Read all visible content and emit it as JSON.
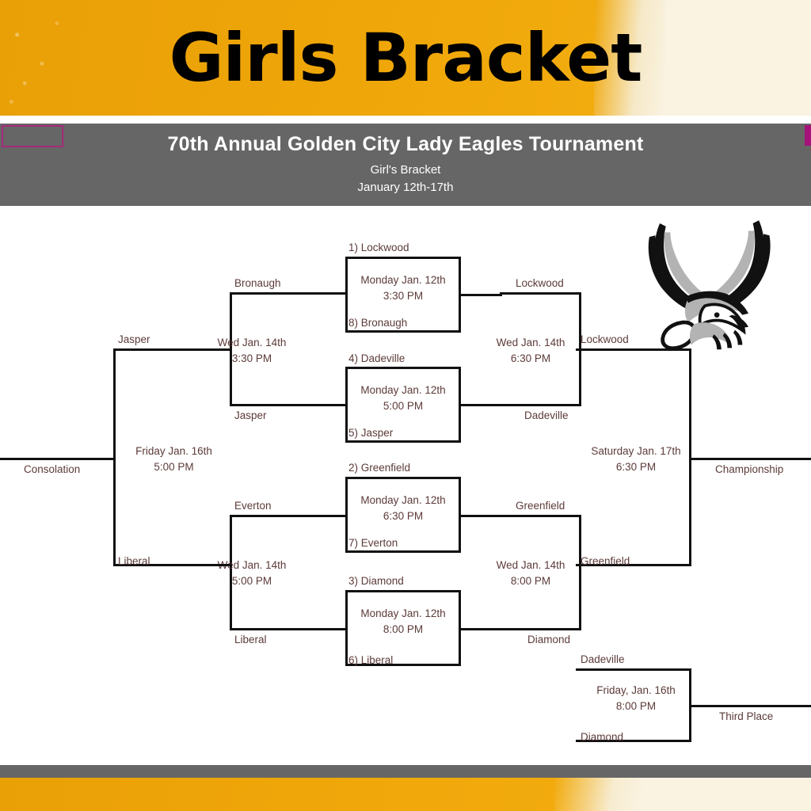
{
  "banner": {
    "title": "Girls Bracket"
  },
  "header": {
    "tournament": "70th Annual Golden City Lady Eagles Tournament",
    "bracket_name": "Girl's Bracket",
    "dates": "January 12th-17th"
  },
  "colors": {
    "banner_orange": "#eda408",
    "banner_cream": "#faf3e2",
    "header_gray": "#666666",
    "accent_magenta": "#a5127a",
    "text_maroon": "#5c3b39",
    "line_black": "#111111"
  },
  "logo": {
    "name": "lady-eagles-eagle-logo"
  },
  "bracket": {
    "round1": [
      {
        "id": "game-1",
        "top_seed": "1) Lockwood",
        "bottom_seed": "8) Bronaugh",
        "date": "Monday Jan. 12th",
        "time": "3:30 PM"
      },
      {
        "id": "game-2",
        "top_seed": "4) Dadeville",
        "bottom_seed": "5) Jasper",
        "date": "Monday Jan. 12th",
        "time": "5:00 PM"
      },
      {
        "id": "game-3",
        "top_seed": "2) Greenfield",
        "bottom_seed": "7) Everton",
        "date": "Monday Jan. 12th",
        "time": "6:30 PM"
      },
      {
        "id": "game-4",
        "top_seed": "3) Diamond",
        "bottom_seed": "6) Liberal",
        "date": "Monday Jan. 12th",
        "time": "8:00 PM"
      }
    ],
    "semifinals": [
      {
        "id": "semifinal-upper",
        "top_team": "Lockwood",
        "bottom_team": "Dadeville",
        "date": "Wed Jan. 14th",
        "time": "6:30 PM",
        "winner": "Lockwood"
      },
      {
        "id": "semifinal-lower",
        "top_team": "Greenfield",
        "bottom_team": "Diamond",
        "date": "Wed Jan. 14th",
        "time": "8:00 PM",
        "winner": "Greenfield"
      }
    ],
    "championship": {
      "id": "championship-game",
      "top_team": "Lockwood",
      "bottom_team": "Greenfield",
      "date": "Saturday Jan. 17th",
      "time": "6:30 PM",
      "label": "Championship"
    },
    "third_place": {
      "id": "third-place-game",
      "top_team": "Dadeville",
      "bottom_team": "Diamond",
      "date": "Friday, Jan. 16th",
      "time": "8:00 PM",
      "label": "Third Place"
    },
    "consolation_round1": [
      {
        "id": "consolation-upper",
        "top_team": "Bronaugh",
        "bottom_team": "Jasper",
        "date": "Wed Jan. 14th",
        "time": "3:30 PM",
        "winner": "Jasper"
      },
      {
        "id": "consolation-lower",
        "top_team": "Everton",
        "bottom_team": "Liberal",
        "date": "Wed Jan. 14th",
        "time": "5:00 PM",
        "winner": "Liberal"
      }
    ],
    "consolation_final": {
      "id": "consolation-final-game",
      "top_team": "Jasper",
      "bottom_team": "Liberal",
      "date": "Friday Jan. 16th",
      "time": "5:00 PM",
      "label": "Consolation"
    }
  }
}
